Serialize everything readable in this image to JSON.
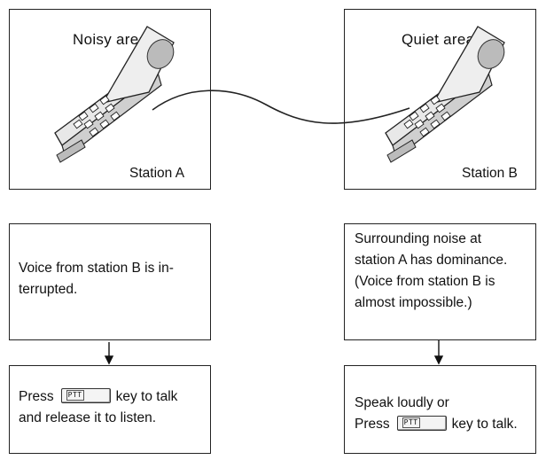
{
  "stations": {
    "a": {
      "area": "Noisy area",
      "label": "Station A"
    },
    "b": {
      "area": "Quiet area",
      "label": "Station B"
    }
  },
  "situation": {
    "a": [
      "Voice from station B is in-",
      "terrupted."
    ],
    "b": [
      "Surrounding noise at",
      "station A has dominance.",
      "(Voice from station B is",
      "almost impossible.)"
    ]
  },
  "action": {
    "a": {
      "press": "Press",
      "key_text": "PTT",
      "after_key": "key to talk",
      "line2": "and release it to listen."
    },
    "b": {
      "line1": "Speak loudly or",
      "press": "Press",
      "key_text": "PTT",
      "after_key": "key to talk."
    }
  }
}
